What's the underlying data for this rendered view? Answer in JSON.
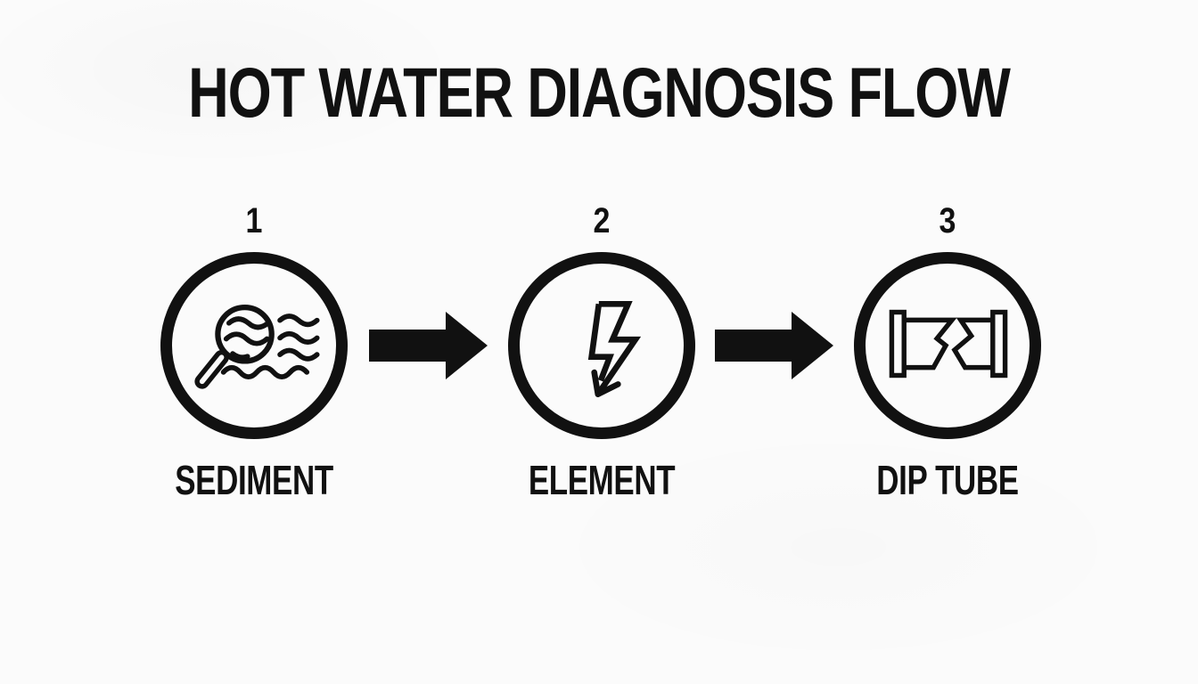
{
  "title": "HOT WATER DIAGNOSIS FLOW",
  "steps": [
    {
      "number": "1",
      "label": "SEDIMENT",
      "icon": "magnifier-sediment-icon"
    },
    {
      "number": "2",
      "label": "ELEMENT",
      "icon": "lightning-bolt-arrow-icon"
    },
    {
      "number": "3",
      "label": "DIP TUBE",
      "icon": "broken-pipe-icon"
    }
  ],
  "connectors": [
    {
      "type": "arrow-right"
    },
    {
      "type": "arrow-right"
    }
  ],
  "colors": {
    "ink": "#111111",
    "background": "#fbfbfb"
  }
}
